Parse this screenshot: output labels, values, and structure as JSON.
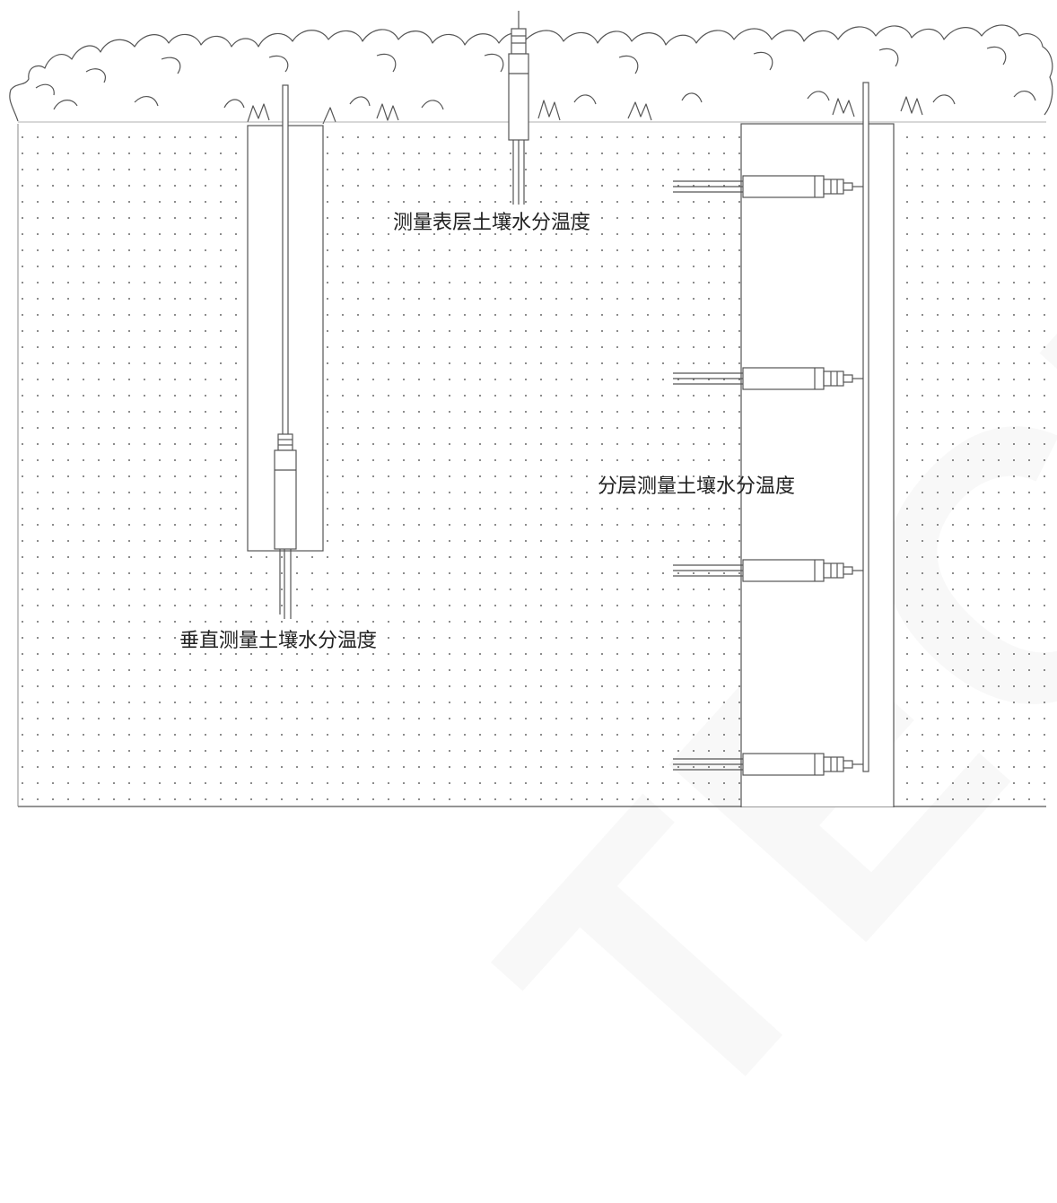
{
  "labels": {
    "surface": "测量表层土壤水分温度",
    "layered": "分层测量土壤水分温度",
    "vertical": "垂直测量土壤水分温度"
  },
  "watermark": "TECNO",
  "colors": {
    "line": "#555555",
    "soil_dot": "#666666",
    "background": "#ffffff"
  }
}
